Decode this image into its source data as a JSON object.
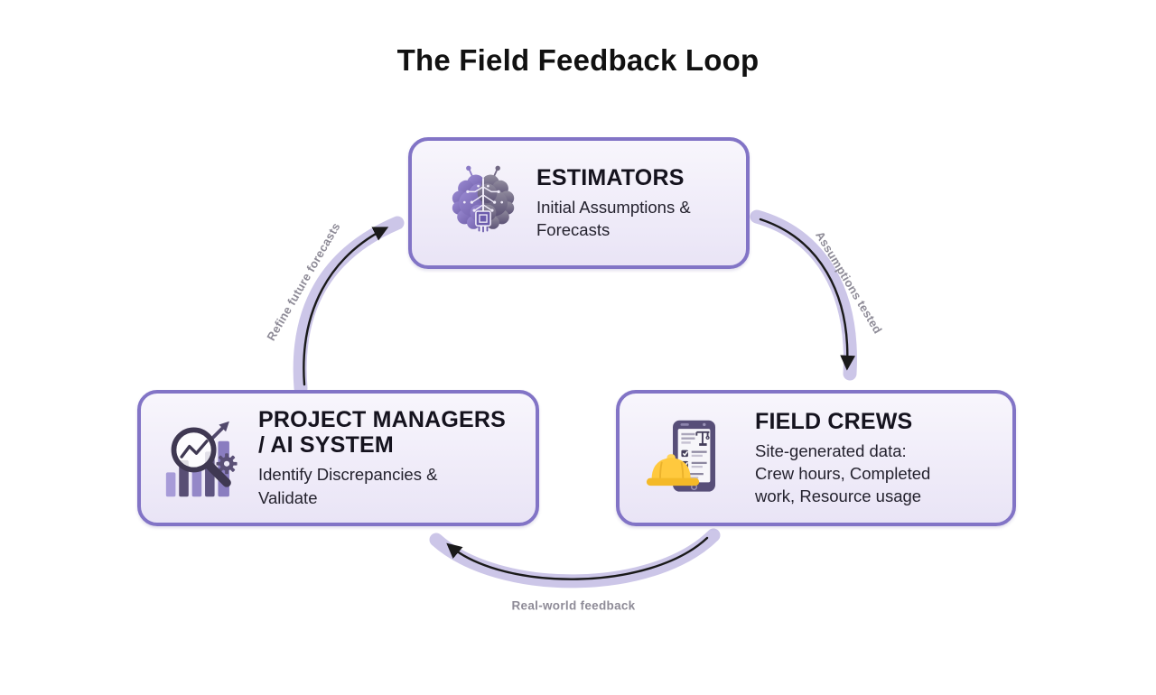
{
  "title": "The Field Feedback Loop",
  "nodes": {
    "estimators": {
      "heading": "ESTIMATORS",
      "body": "Initial Assumptions & Forecasts",
      "icon": "ai-brain-circuit-icon"
    },
    "field_crews": {
      "heading": "FIELD CREWS",
      "body": "Site-generated data: Crew hours, Completed work, Resource usage",
      "icon": "hard-hat-tablet-checklist-icon"
    },
    "project_managers": {
      "heading": "PROJECT MANAGERS / AI SYSTEM",
      "body": "Identify Discrepancies & Validate",
      "icon": "magnifying-glass-chart-gear-icon"
    }
  },
  "arrows": {
    "estimators_to_field_crews": {
      "label": "Assumptions tested"
    },
    "field_crews_to_project_managers": {
      "label": "Real-world feedback"
    },
    "project_managers_to_estimators": {
      "label": "Refine future forecasts"
    }
  },
  "colors": {
    "box_border": "#8274C6",
    "box_fill_top": "#F8F6FC",
    "box_fill_bottom": "#E9E4F6",
    "arrow_band": "#CCC6E8",
    "arrow_line": "#1A1A1A",
    "arrow_label_gray": "#8E8B97",
    "title_text": "#111111",
    "hard_hat_yellow": "#FFC93E"
  }
}
